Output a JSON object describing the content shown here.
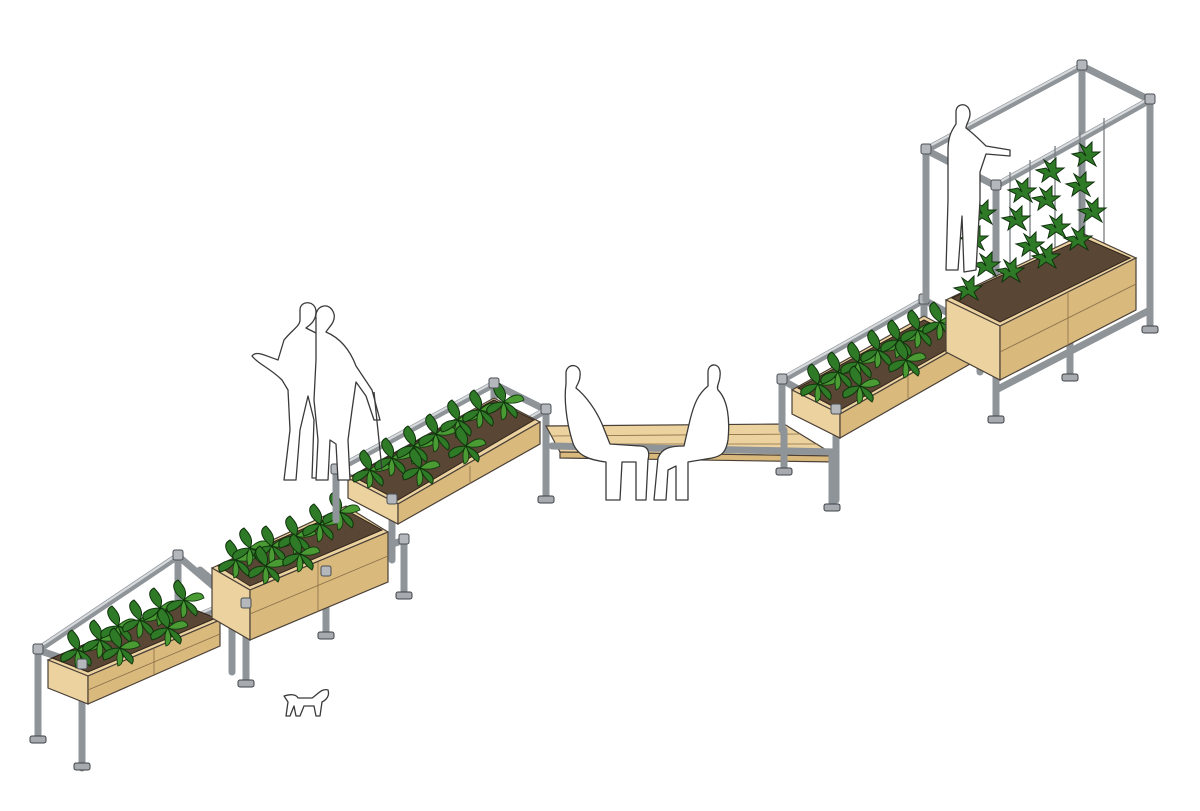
{
  "scene": {
    "description_visible": "",
    "planter_count": 5,
    "bench_count": 1,
    "people_count": 5,
    "dog_count": 1
  },
  "colors": {
    "pipe": "#8f9499",
    "wood": "#ecd29f",
    "soil": "#5a4634",
    "leaf": "#2f7a26",
    "outline": "#3a3a3a",
    "background": "#ffffff"
  },
  "icons": [
    "planter-box",
    "bench",
    "trellis",
    "person-silhouette",
    "dog-silhouette"
  ]
}
